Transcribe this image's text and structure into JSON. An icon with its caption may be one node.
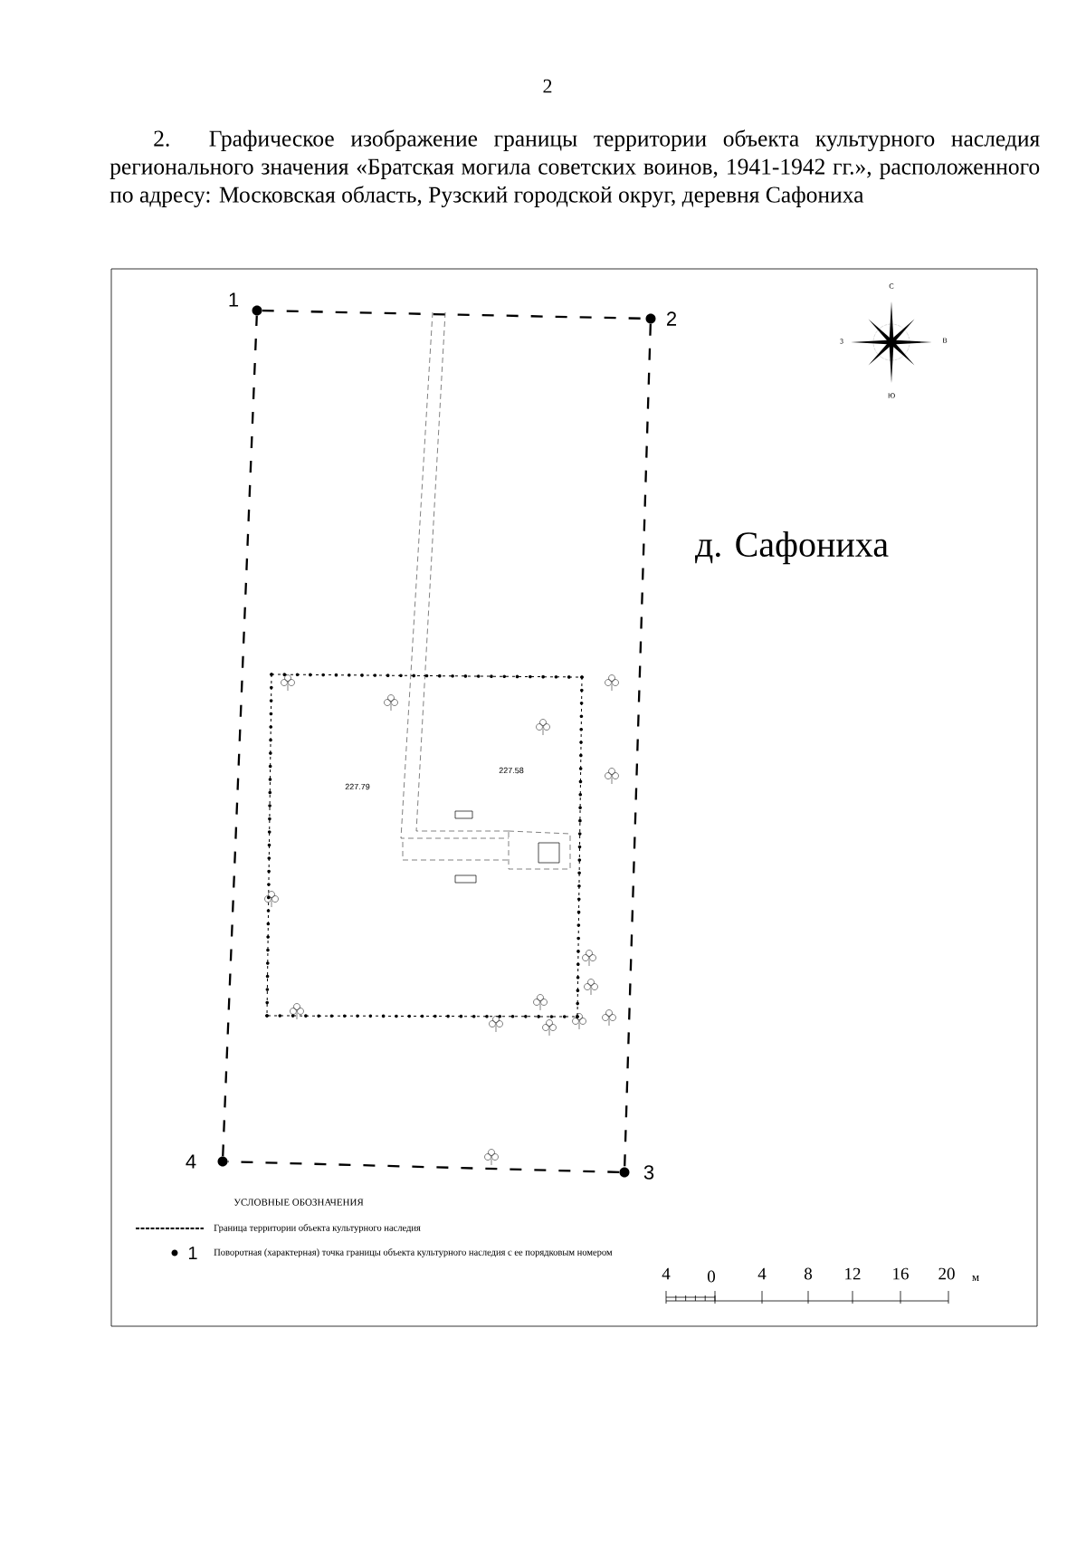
{
  "diagram": {
    "title": "2. Графическое изображение границы территории объекта культурного наследия регионального значения «Братская могила советских воинов, 1941-1942 гг.», расположенного по адресу: Московская область, Рузский городской округ, деревня Сафониха",
    "nodes": [
      {
        "text": [],
        "shape": "circle",
        "beside": [
          "1"
        ]
      },
      {
        "text": [],
        "shape": "circle",
        "beside": [
          "2"
        ]
      },
      {
        "text": [],
        "shape": "circle",
        "beside": [
          "3"
        ]
      },
      {
        "text": [],
        "shape": "circle",
        "beside": [
          "4"
        ]
      }
    ],
    "edges": [
      {
        "from": 0,
        "to": 1,
        "arrow": "none",
        "style": "dashed"
      },
      {
        "from": 1,
        "to": 2,
        "arrow": "none",
        "style": "dashed"
      },
      {
        "from": 2,
        "to": 3,
        "arrow": "none",
        "style": "dashed"
      },
      {
        "from": 3,
        "to": 0,
        "arrow": "none",
        "style": "dashed"
      }
    ],
    "labels": [
      "2",
      "С",
      "З",
      "В",
      "Ю",
      "д. Сафониха",
      "227.79",
      "227.58",
      "УСЛОВНЫЕ ОБОЗНАЧЕНИЯ",
      "1",
      "4",
      "0",
      "4",
      "8",
      "12",
      "16",
      "20",
      "м"
    ],
    "legend": [
      {
        "text": "Граница территории объекта культурного наследия"
      },
      {
        "text": "Поворотная (характерная) точка границы объекта культурного наследия с ее порядковым номером"
      }
    ]
  }
}
